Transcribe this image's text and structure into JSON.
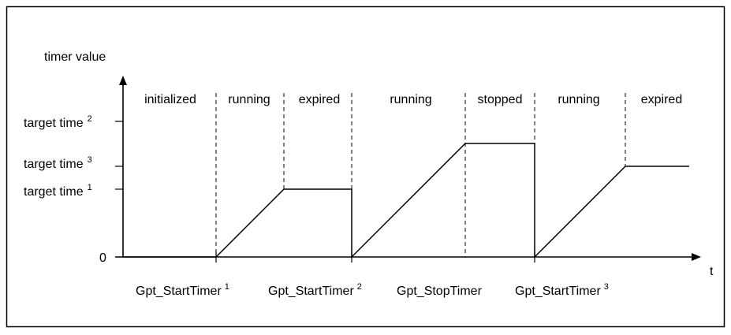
{
  "diagram": {
    "y_axis_label": "timer value",
    "x_axis_label": "t",
    "zero_label": "0",
    "target_labels": [
      {
        "text": "target time",
        "sup": "2"
      },
      {
        "text": "target time",
        "sup": "3"
      },
      {
        "text": "target time",
        "sup": "1"
      }
    ],
    "phases": [
      "initialized",
      "running",
      "expired",
      "running",
      "stopped",
      "running",
      "expired"
    ],
    "events": [
      {
        "text": "Gpt_StartTimer",
        "sup": "1"
      },
      {
        "text": "Gpt_StartTimer",
        "sup": "2"
      },
      {
        "text": "Gpt_StopTimer",
        "sup": ""
      },
      {
        "text": "Gpt_StartTimer",
        "sup": "3"
      }
    ]
  }
}
